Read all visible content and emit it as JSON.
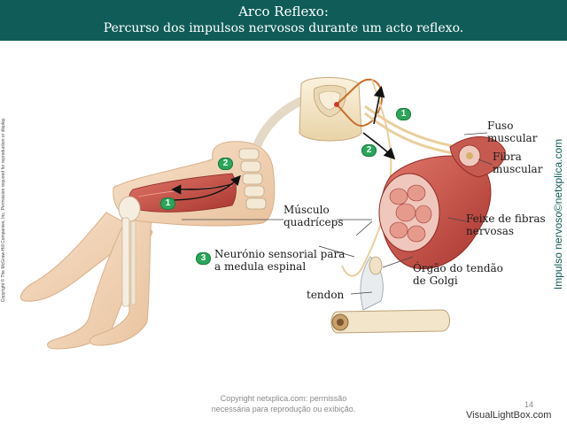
{
  "header": {
    "title": "Arco Reflexo:",
    "subtitle": "Percurso dos impulsos nervosos durante um acto reflexo."
  },
  "labels": {
    "fuso_muscular": [
      "Fuso",
      "muscular"
    ],
    "fibra_muscular": [
      "Fibra",
      "muscular"
    ],
    "musculo_quadriceps": [
      "Músculo",
      "quadríceps"
    ],
    "feixe_fibras": [
      "Feixe de fibras",
      "nervosas"
    ],
    "neuronio_sensorial": [
      "Neurónio sensorial para",
      "a medula espinal"
    ],
    "orgao_tendao": [
      "Órgão do tendão",
      "de Golgi"
    ],
    "tendon": "tendon"
  },
  "badges": {
    "b1_top": "1",
    "b2_top": "2",
    "b1_leg": "1",
    "b2_leg": "2",
    "b3": "3"
  },
  "side_copyright": "Copyright © The McGraw-Hill Companies, Inc. Permission required for reproduction or display.",
  "side_watermark": "Impulso nervoso©netxplica.com",
  "footer": {
    "line1": "Copyright netxplica.com: permissão",
    "line2": "necessária para reprodução ou exibição."
  },
  "page_number": "14",
  "site_mark": "VisualLightBox.com",
  "colors": {
    "header_bg": "#0f5c58",
    "badge": "#2aa65a",
    "muscle": "#c9504a",
    "skin": "#f3d6b8",
    "nerve": "#f0d9a8"
  }
}
